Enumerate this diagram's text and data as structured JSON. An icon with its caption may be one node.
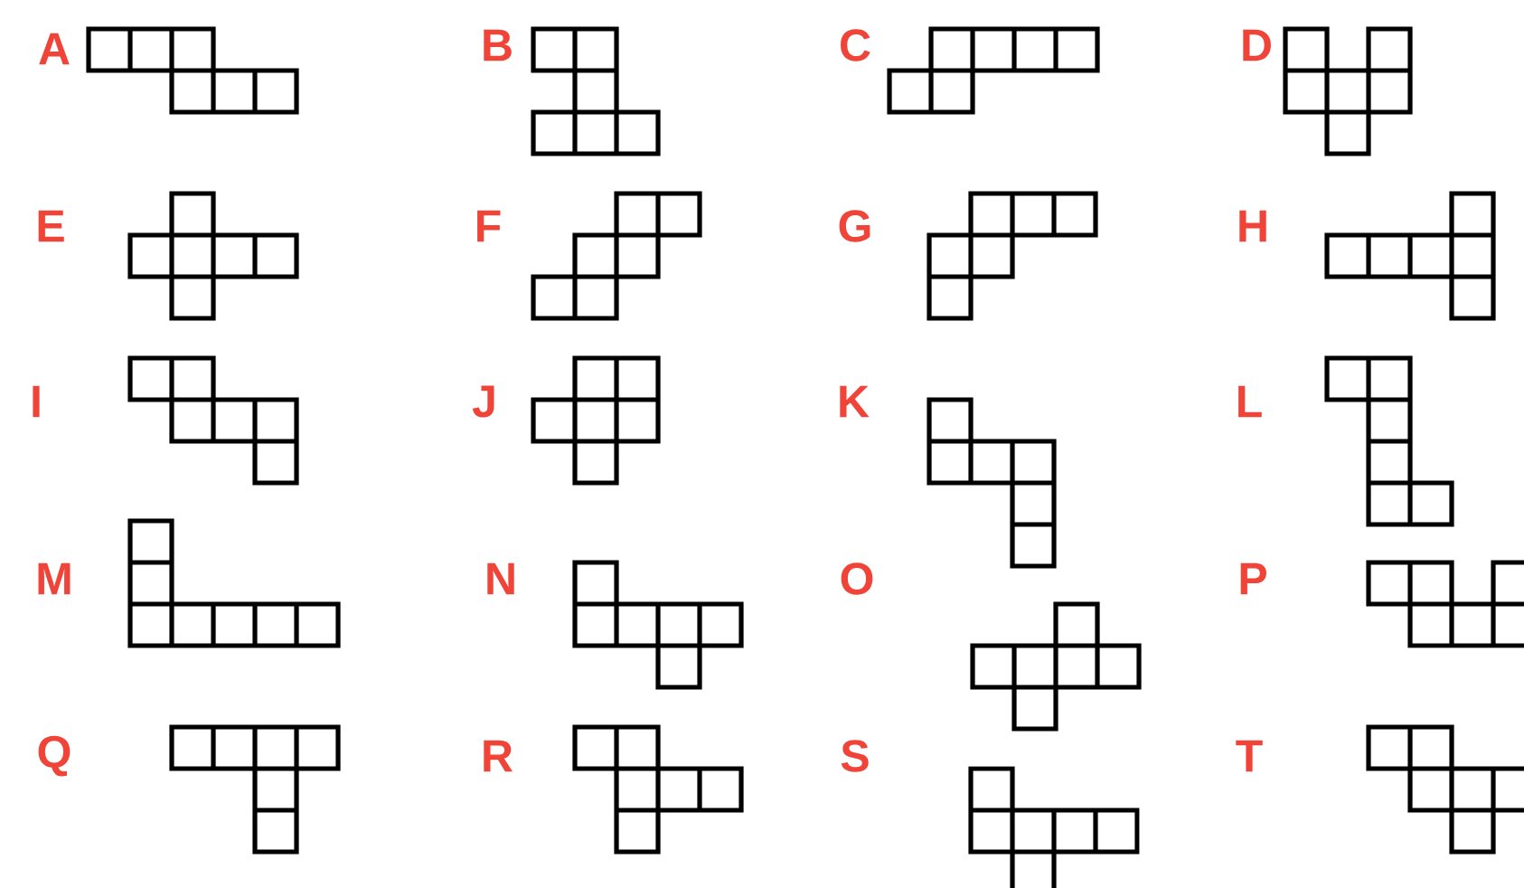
{
  "diagram": {
    "labels": [
      "A",
      "B",
      "C",
      "D",
      "E",
      "F",
      "G",
      "H",
      "I",
      "J",
      "K",
      "L",
      "M",
      "N",
      "O",
      "P",
      "Q",
      "R",
      "S",
      "T"
    ]
  }
}
